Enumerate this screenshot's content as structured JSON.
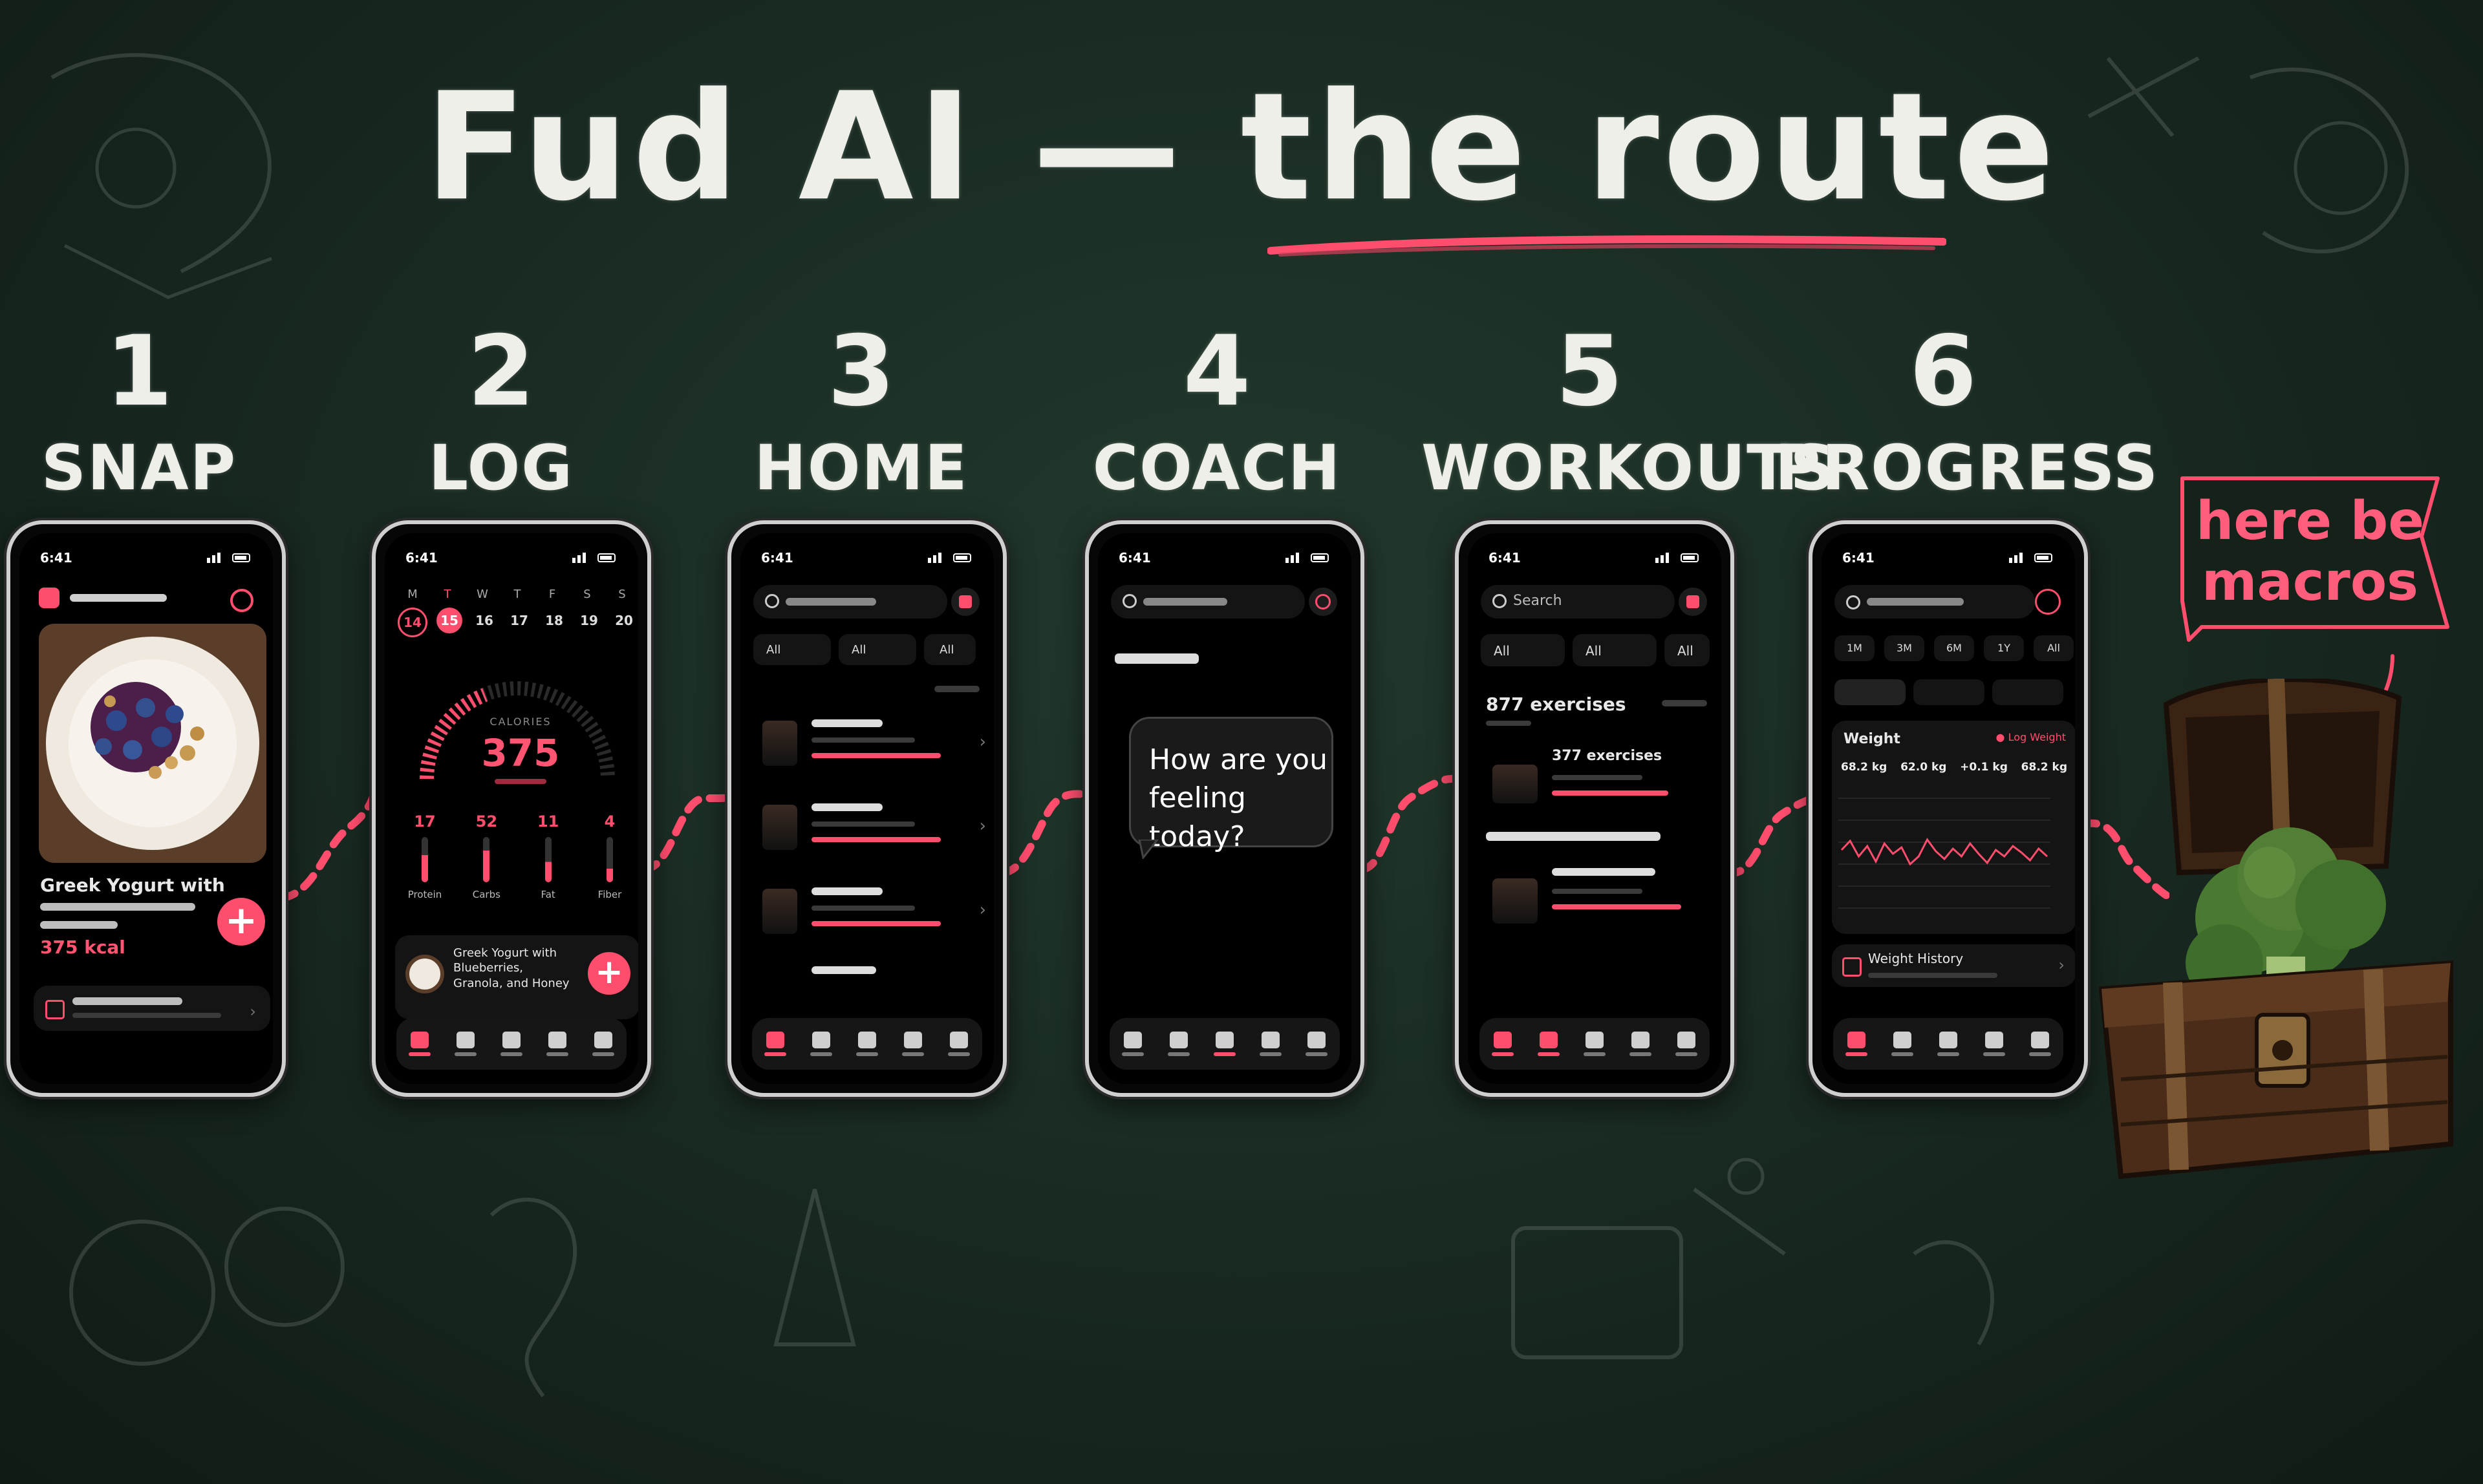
{
  "title": "Fud AI — the route",
  "accent_color": "#ff4d6d",
  "steps": [
    {
      "num": "1",
      "label": "SNAP"
    },
    {
      "num": "2",
      "label": "LOG"
    },
    {
      "num": "3",
      "label": "HOME"
    },
    {
      "num": "4",
      "label": "COACH"
    },
    {
      "num": "5",
      "label": "WORKOUTS"
    },
    {
      "num": "6",
      "label": "PROGRESS"
    }
  ],
  "status_time": "6:41",
  "phone1": {
    "food_name": "Greek Yogurt with",
    "calories": "375 kcal"
  },
  "phone2": {
    "days": [
      "M",
      "T",
      "W",
      "T",
      "F",
      "S",
      "S"
    ],
    "dates": [
      "14",
      "15",
      "16",
      "17",
      "18",
      "19",
      "20"
    ],
    "calories_label": "CALORIES",
    "calories_value": "375",
    "macro_values": [
      "17",
      "52",
      "11",
      "4"
    ],
    "macro_labels": [
      "Protein",
      "Carbs",
      "Fat",
      "Fiber"
    ],
    "entry_title": "Greek Yogurt with Blueberries, Granola, and Honey"
  },
  "phone3": {
    "filter_all": "All",
    "item_icon": "dumbbell-icon"
  },
  "phone4": {
    "bubble_text": "How are you feeling today?"
  },
  "phone5": {
    "search_placeholder": "Search",
    "filter_all": "All",
    "exercise_count": "877 exercises",
    "row_title": "377 exercises"
  },
  "phone6": {
    "ranges": [
      "1M",
      "3M",
      "6M",
      "1Y",
      "All"
    ],
    "weight_label": "Weight",
    "log_weight": "Log Weight",
    "stats": [
      "68.2 kg",
      "62.0 kg",
      "+0.1 kg",
      "68.2 kg"
    ],
    "history_label": "Weight History",
    "weight_series": [
      0.55,
      0.62,
      0.5,
      0.58,
      0.46,
      0.6,
      0.52,
      0.57,
      0.44,
      0.5,
      0.63,
      0.54,
      0.48,
      0.56,
      0.5,
      0.6,
      0.52,
      0.45,
      0.55,
      0.5,
      0.58,
      0.53,
      0.47,
      0.56,
      0.5
    ]
  },
  "sign_text": "here be macros"
}
